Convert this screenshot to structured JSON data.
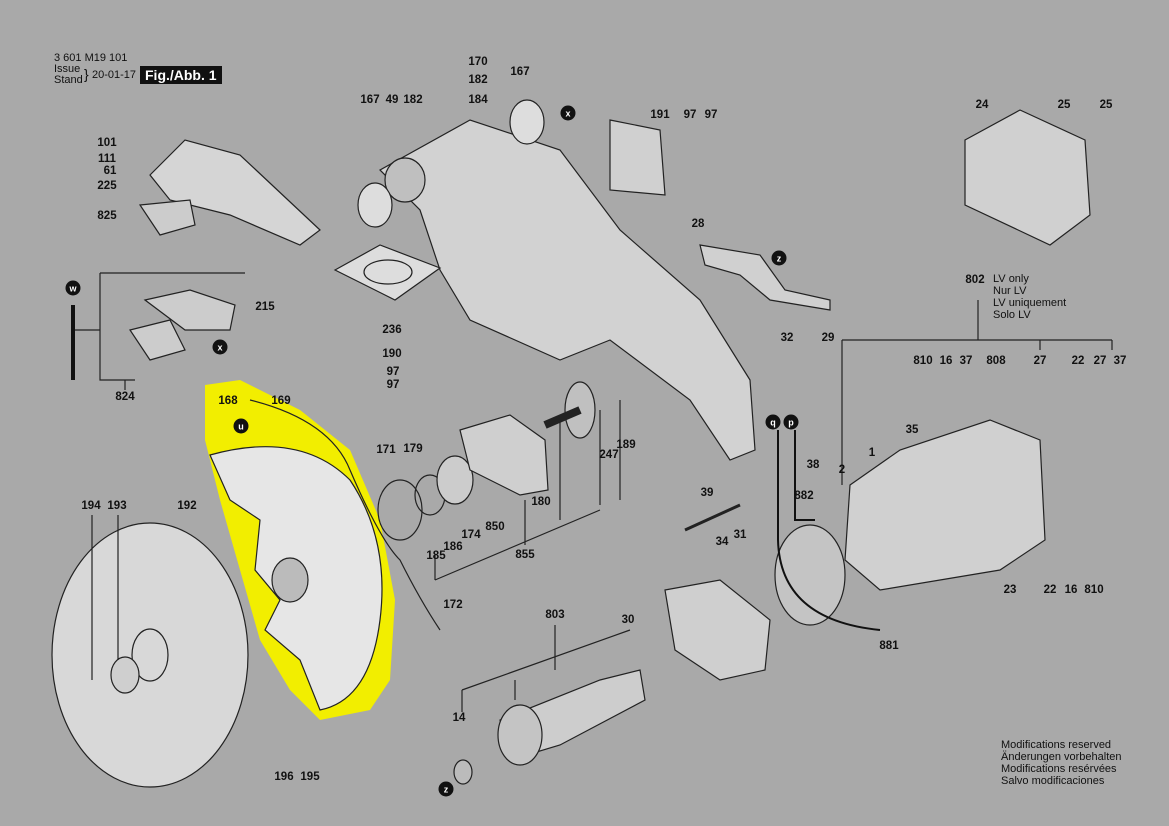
{
  "header": {
    "part_number": "3 601 M19 101",
    "issue_label": "Issue",
    "stand_label": "Stand",
    "date": "20-01-17",
    "figure": "Fig./Abb. 1"
  },
  "lv_note": [
    "LV only",
    "Nur LV",
    "LV uniquement",
    "Solo LV"
  ],
  "footer_note": [
    "Modifications reserved",
    "Änderungen vorbehalten",
    "Modifications resérvées",
    "Salvo modificaciones"
  ],
  "markers": {
    "x1": "x",
    "x2": "x",
    "w": "w",
    "u": "u",
    "z1": "z",
    "z2": "z",
    "q": "q",
    "p": "p"
  },
  "highlight_color": "#f2ee00",
  "labels": [
    "170",
    "182",
    "184",
    "167",
    "167",
    "49",
    "182",
    "191",
    "97",
    "97",
    "24",
    "25",
    "25",
    "101",
    "111",
    "61",
    "225",
    "825",
    "28",
    "236",
    "32",
    "29",
    "215",
    "824",
    "190",
    "97",
    "97",
    "168",
    "169",
    "171",
    "179",
    "180",
    "189",
    "247",
    "185",
    "186",
    "174",
    "850",
    "855",
    "172",
    "194",
    "193",
    "192",
    "196",
    "195",
    "803",
    "30",
    "14",
    "34",
    "31",
    "39",
    "38",
    "882",
    "881",
    "2",
    "1",
    "35",
    "810",
    "16",
    "37",
    "808",
    "27",
    "22",
    "27",
    "37",
    "23",
    "22",
    "16",
    "810",
    "802"
  ]
}
